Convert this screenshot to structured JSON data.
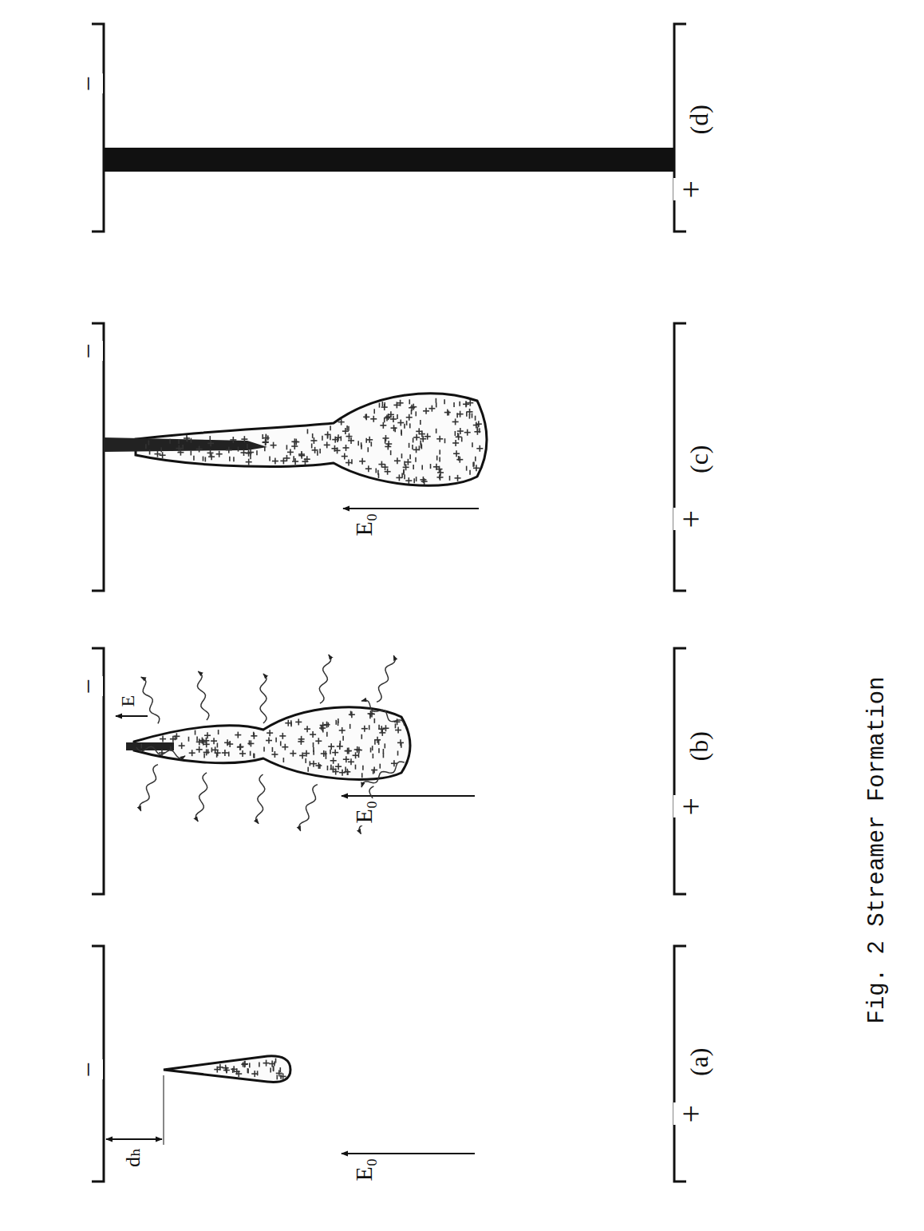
{
  "diagram": {
    "caption": "Fig. 2 Streamer Formation",
    "labels": [
      "−",
      "+",
      "(d)",
      "−",
      "+",
      "(c)",
      "E₀",
      "−",
      "+",
      "(b)",
      "E₀",
      "E",
      "−",
      "dₕ",
      "+",
      "(a)",
      "E₀"
    ]
  }
}
